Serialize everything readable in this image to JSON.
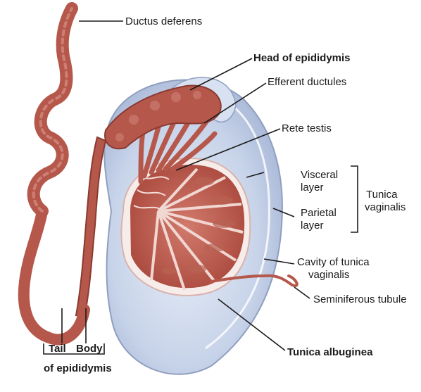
{
  "labels": {
    "ductus_deferens": "Ductus deferens",
    "head_of_epididymis": "Head of epididymis",
    "efferent_ductules": "Efferent ductules",
    "rete_testis": "Rete testis",
    "visceral_layer_line1": "Visceral",
    "visceral_layer_line2": "layer",
    "parietal_layer_line1": "Parietal",
    "parietal_layer_line2": "layer",
    "tunica_vaginalis_line1": "Tunica",
    "tunica_vaginalis_line2": "vaginalis",
    "cavity_line1": "Cavity of tunica",
    "cavity_line2": "vaginalis",
    "seminiferous_tubule": "Seminiferous tubule",
    "tunica_albuginea": "Tunica albuginea",
    "tail": "Tail",
    "body": "Body",
    "of_epididymis": "of epididymis"
  },
  "colors": {
    "tubule": "#b5584b",
    "tubule_dark": "#8a3a30",
    "lobule": "#c0665a",
    "septa": "#f1d7d2",
    "tunica_vaginalis": "#c3cfe6",
    "tunica_vaginalis_edge": "#8f9fbf",
    "albuginea": "#f6ecea",
    "leader": "#1b1b1b"
  }
}
